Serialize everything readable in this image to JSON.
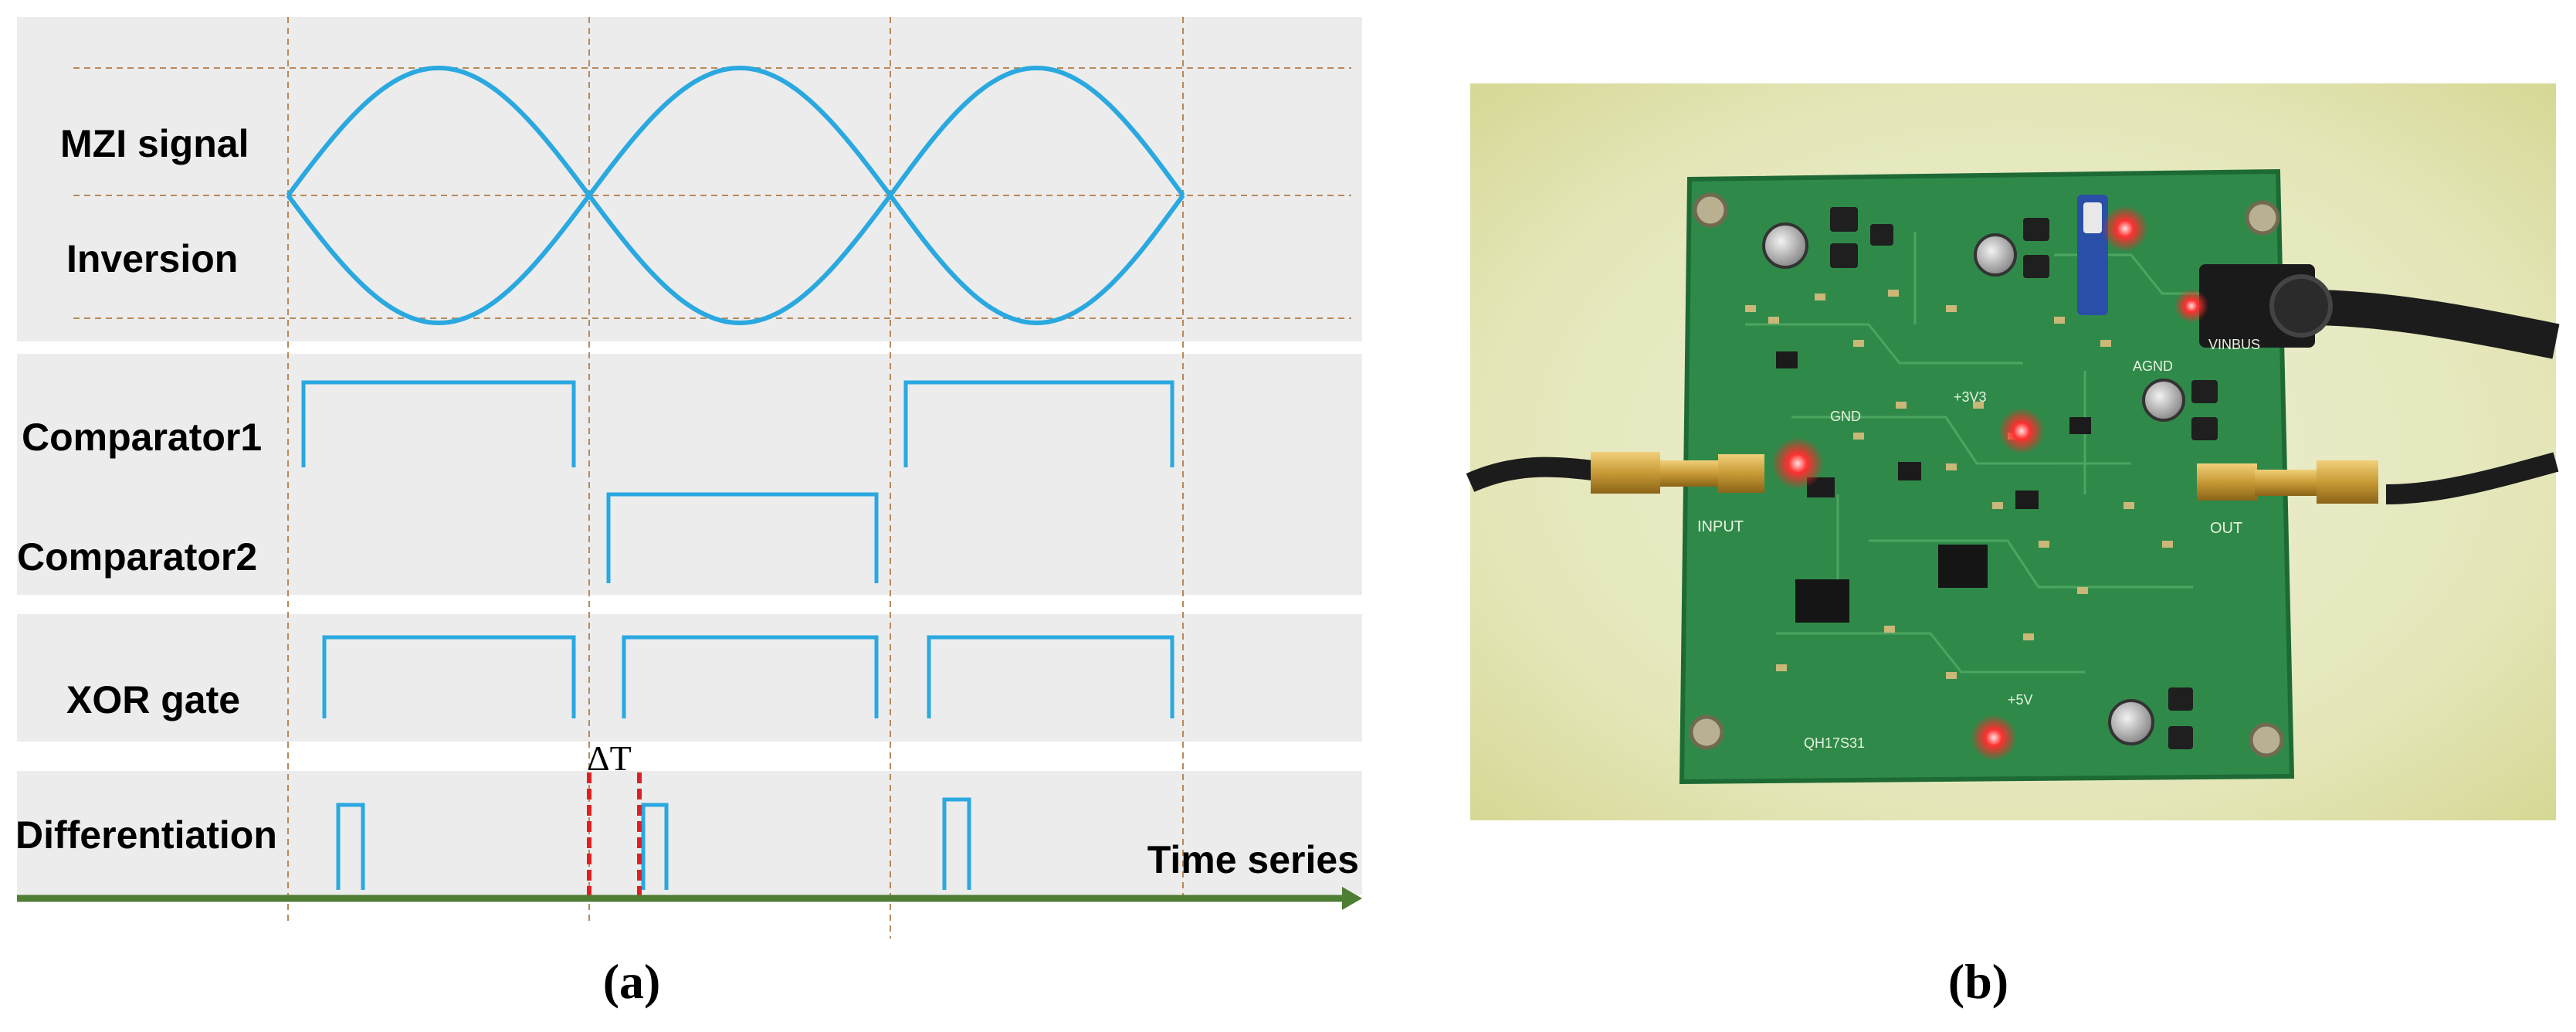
{
  "panel_a": {
    "labels": {
      "mzi": "MZI signal",
      "inversion": "Inversion",
      "comp1": "Comparator1",
      "comp2": "Comparator2",
      "xor": "XOR gate",
      "diff": "Differentiation",
      "delta_t": "ΔT",
      "time_axis": "Time series"
    },
    "caption": "(a)"
  },
  "panel_b": {
    "caption": "(b)",
    "board_labels": {
      "input": "INPUT",
      "out": "OUT",
      "vinbus": "VINBUS",
      "v33": "+3V3",
      "gnd": "GND",
      "v5": "+5V",
      "agnd": "AGND",
      "id": "QH17S31"
    }
  },
  "colors": {
    "signal": "#2aa8e0",
    "axis": "#4e7d34",
    "marker": "#e02020",
    "grid": "#b8895a",
    "band": "#ececec",
    "board": "#2f8a4a"
  }
}
